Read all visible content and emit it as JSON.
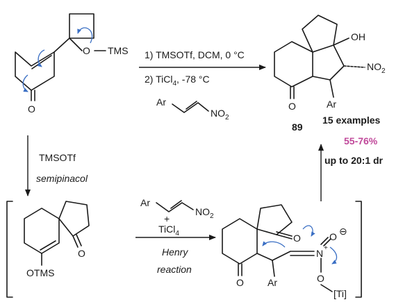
{
  "colors": {
    "ink": "#1a1a1a",
    "accent": "#c0489a",
    "electron_arrows": "#3a6fc4"
  },
  "top_conditions": {
    "step1": "1) TMSOTf, DCM, 0 °C",
    "step2": "2) TiCl",
    "step2_sub": "4",
    "step2_rest": ", -78 °C"
  },
  "atoms": {
    "O": "O",
    "OH": "OH",
    "NO": "NO",
    "two": "2",
    "Ar": "Ar",
    "TMS": "TMS",
    "OTMS": "OTMS",
    "N": "N",
    "plus_charge": "+",
    "minus_charge": "⊖",
    "Ti": "[Ti]"
  },
  "product": {
    "compound_number": "89",
    "examples": "15 examples",
    "yield": "55-76%",
    "dr": "up to 20:1 dr"
  },
  "left_conditions": {
    "reagent": "TMSOTf",
    "label": "semipinacol"
  },
  "bottom_conditions": {
    "plus": "+",
    "reagent": "TiCl",
    "reagent_sub": "4",
    "label1": "Henry",
    "label2": "reaction"
  }
}
